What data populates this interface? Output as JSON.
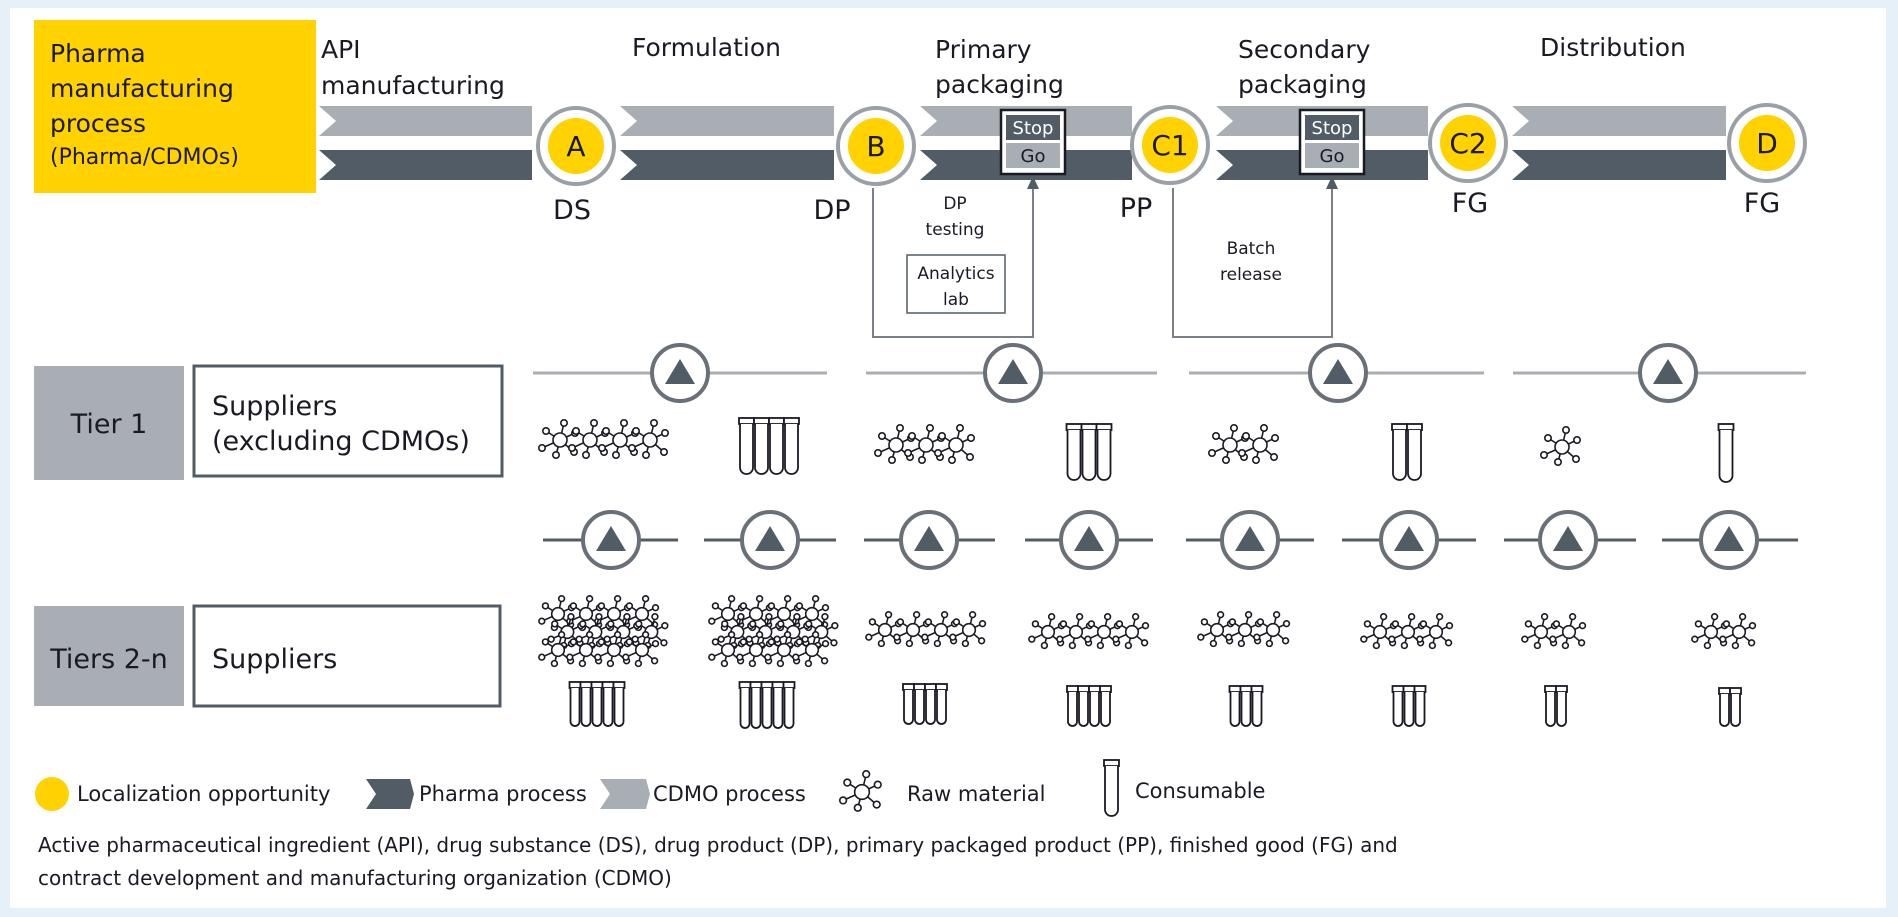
{
  "header": {
    "lines": [
      "Pharma",
      "manufacturing",
      "process"
    ],
    "sub": "(Pharma/CDMOs)"
  },
  "stages": [
    {
      "lines": [
        "API",
        "manufacturing"
      ]
    },
    {
      "lines": [
        "Formulation"
      ]
    },
    {
      "lines": [
        "Primary",
        "packaging"
      ]
    },
    {
      "lines": [
        "Secondary",
        "packaging"
      ]
    },
    {
      "lines": [
        "Distribution"
      ]
    }
  ],
  "nodes": [
    {
      "id": "A",
      "label": "DS"
    },
    {
      "id": "B",
      "label": "DP"
    },
    {
      "id": "C1",
      "label": "PP"
    },
    {
      "id": "C2",
      "label": "FG"
    },
    {
      "id": "D",
      "label": "FG"
    }
  ],
  "gates": [
    {
      "stop": "Stop",
      "go": "Go"
    },
    {
      "stop": "Stop",
      "go": "Go"
    }
  ],
  "qc": {
    "dp_testing": [
      "DP",
      "testing"
    ],
    "analytics_lab": [
      "Analytics",
      "lab"
    ],
    "batch_release": [
      "Batch",
      "release"
    ]
  },
  "tiers": [
    {
      "label": "Tier 1",
      "description": [
        "Suppliers",
        "(excluding CDMOs)"
      ]
    },
    {
      "label": "Tiers 2-n",
      "description": [
        "Suppliers"
      ]
    }
  ],
  "legend": [
    {
      "icon": "localization-dot",
      "label": "Localization opportunity"
    },
    {
      "icon": "pharma-chevron",
      "label": "Pharma process"
    },
    {
      "icon": "cdmo-chevron",
      "label": "CDMO process"
    },
    {
      "icon": "molecule-icon",
      "label": "Raw material"
    },
    {
      "icon": "test-tube-icon",
      "label": "Consumable"
    }
  ],
  "footnote": [
    "Active pharmaceutical ingredient (API), drug substance (DS), drug product (DP), primary packaged product (PP), finished good (FG) and",
    "contract development and manufacturing organization (CDMO)"
  ],
  "colors": {
    "background": "#e6f0f8",
    "yellow": "#ffd200",
    "pharma_process": "#515c66",
    "cdmo_process": "#a8aeb4",
    "tier_box": "#a8aeb4",
    "text": "#1a1a24",
    "line": "#7a8088"
  }
}
